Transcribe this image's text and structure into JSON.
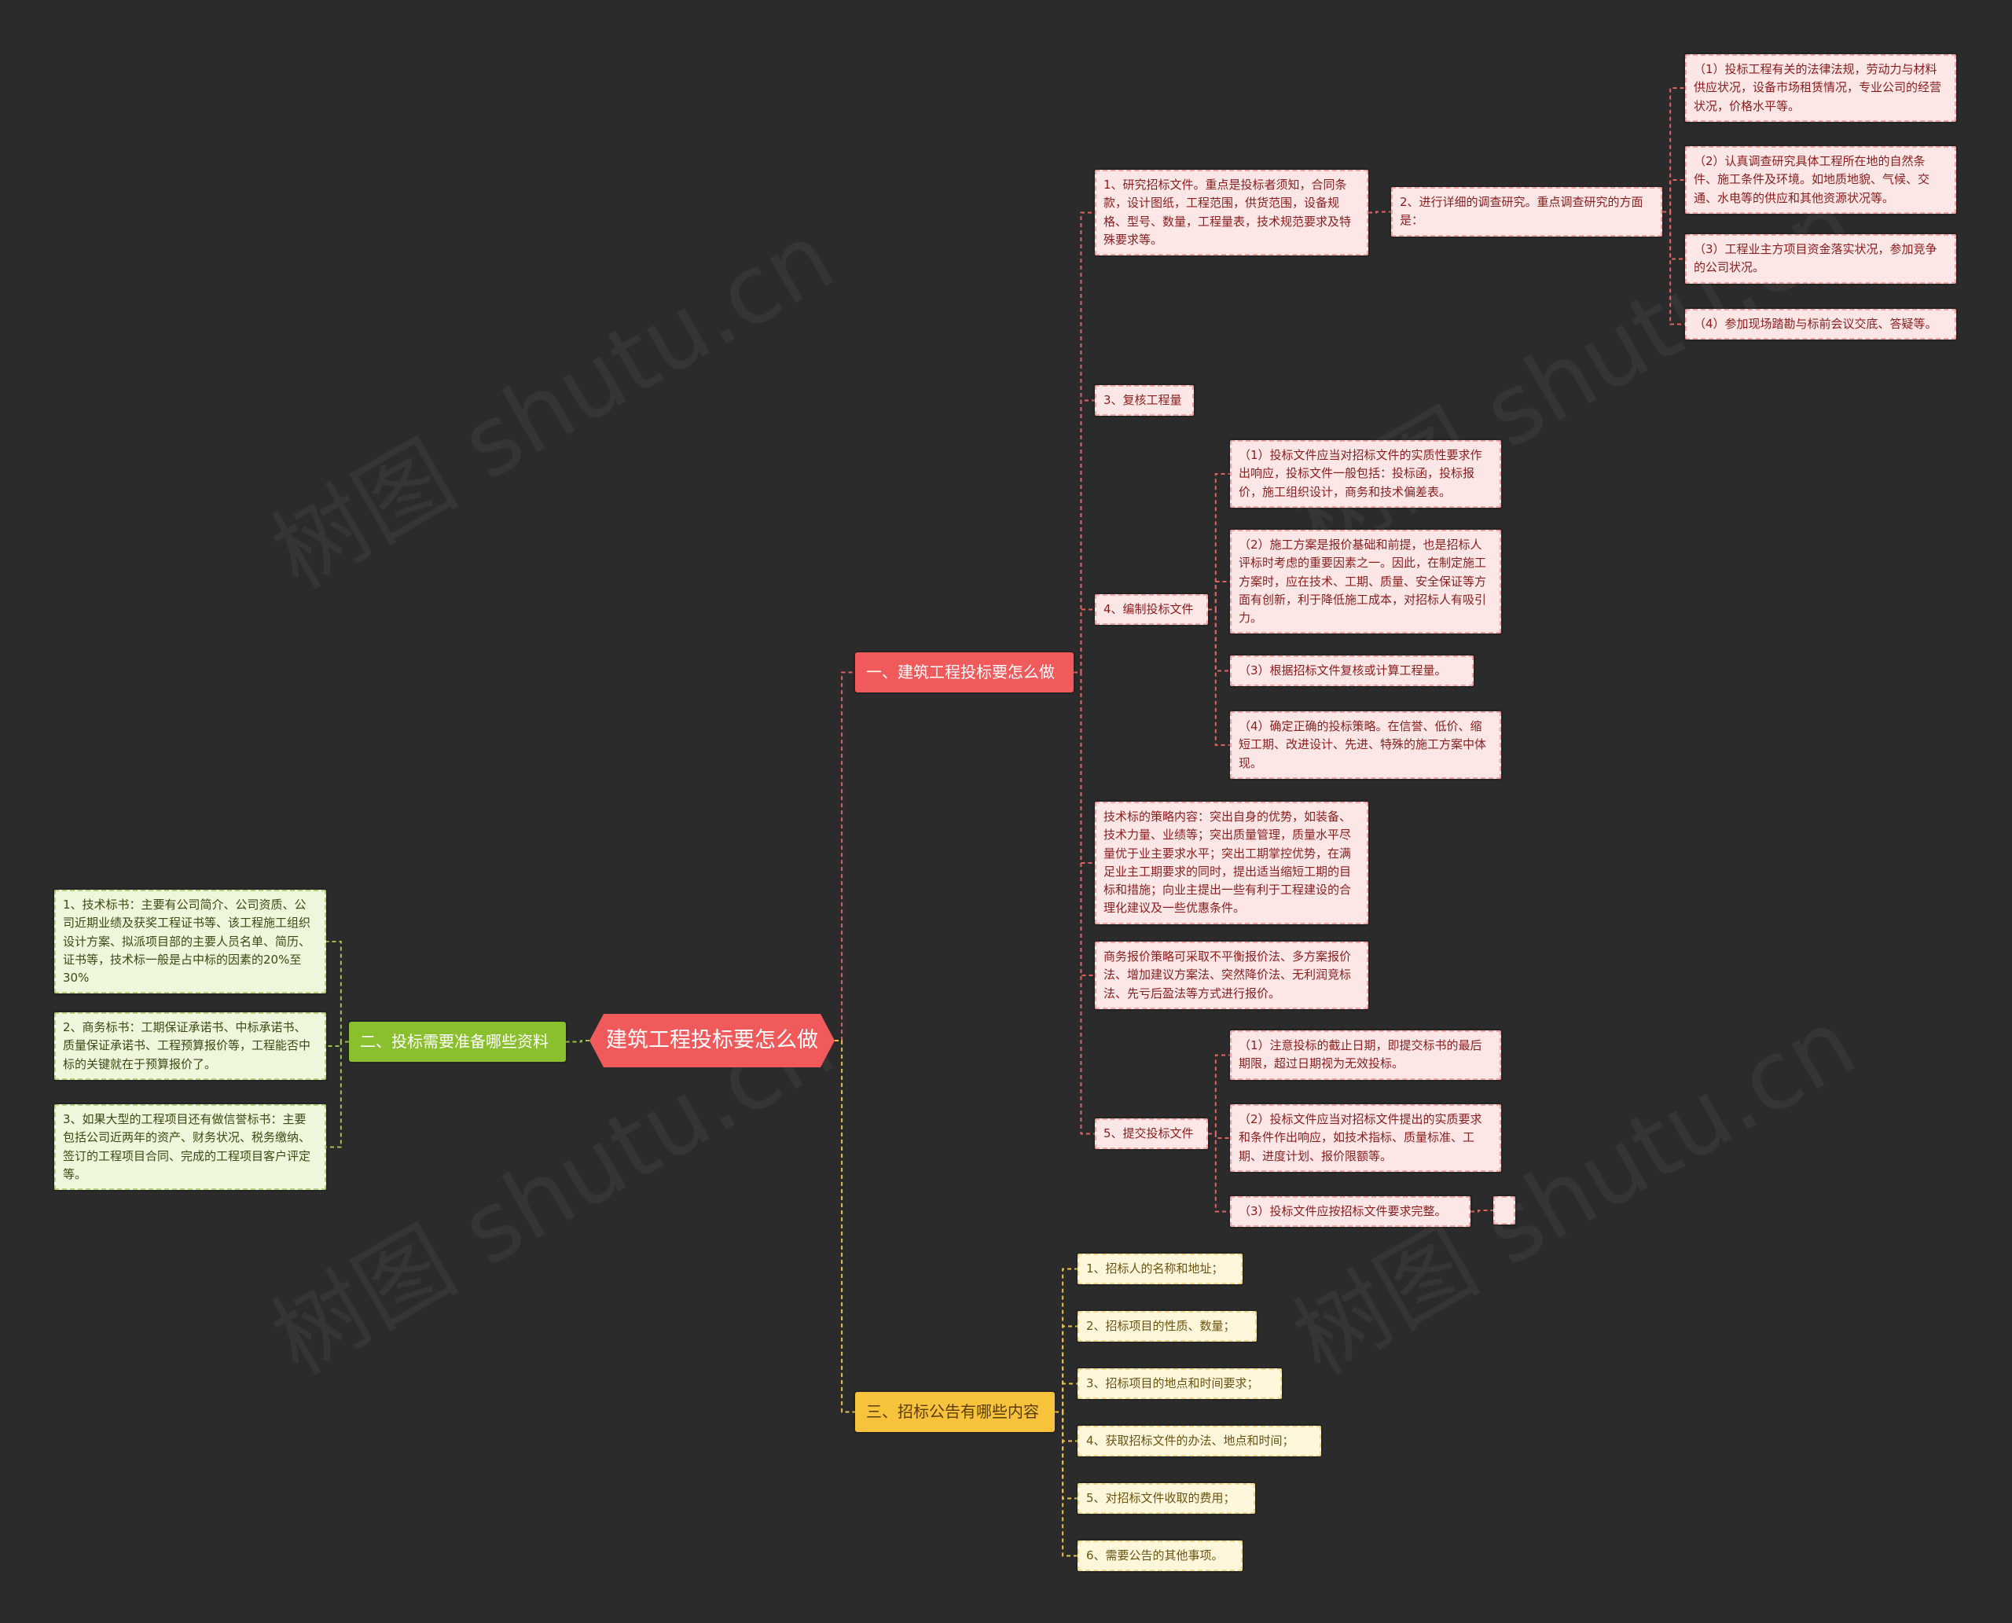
{
  "root": "建筑工程投标要怎么做",
  "branches": {
    "b1": "一、建筑工程投标要怎么做",
    "b2": "二、投标需要准备哪些资料",
    "b3": "三、招标公告有哪些内容"
  },
  "b1_items": {
    "research": "1、研究招标文件。重点是投标者须知，合同条款，设计图纸，工程范围，供货范围，设备规格、型号、数量，工程量表，技术规范要求及特殊要求等。",
    "survey": "2、进行详细的调查研究。重点调查研究的方面是：",
    "survey_items": [
      "（1）投标工程有关的法律法规，劳动力与材料供应状况，设备市场租赁情况，专业公司的经营状况，价格水平等。",
      "（2）认真调查研究具体工程所在地的自然条件、施工条件及环境。如地质地貌、气候、交通、水电等的供应和其他资源状况等。",
      "（3）工程业主方项目资金落实状况，参加竞争的公司状况。",
      "（4）参加现场踏勘与标前会议交底、答疑等。"
    ],
    "review": "3、复核工程量",
    "compile": "4、编制投标文件",
    "compile_items": [
      "（1）投标文件应当对招标文件的实质性要求作出响应，投标文件一般包括：投标函，投标报价，施工组织设计，商务和技术偏差表。",
      "（2）施工方案是报价基础和前提，也是招标人评标时考虑的重要因素之一。因此，在制定施工方案时，应在技术、工期、质量、安全保证等方面有创新，利于降低施工成本，对招标人有吸引力。",
      "（3）根据招标文件复核或计算工程量。",
      "（4）确定正确的投标策略。在信誉、低价、缩短工期、改进设计、先进、特殊的施工方案中体现。"
    ],
    "tech_strategy": "技术标的策略内容：突出自身的优势，如装备、技术力量、业绩等；突出质量管理，质量水平尽量优于业主要求水平；突出工期掌控优势，在满足业主工期要求的同时，提出适当缩短工期的目标和措施；向业主提出一些有利于工程建设的合理化建议及一些优惠条件。",
    "biz_strategy": "商务报价策略可采取不平衡报价法、多方案报价法、增加建议方案法、突然降价法、无利润竞标法、先亏后盈法等方式进行报价。",
    "submit": "5、提交投标文件",
    "submit_items": [
      "（1）注意投标的截止日期，即提交标书的最后期限，超过日期视为无效投标。",
      "（2）投标文件应当对招标文件提出的实质要求和条件作出响应，如技术指标、质量标准、工期、进度计划、报价限额等。",
      "（3）投标文件应按招标文件要求完整。"
    ],
    "submit_tail": ""
  },
  "b2_items": [
    "1、技术标书：主要有公司简介、公司资质、公司近期业绩及获奖工程证书等、该工程施工组织设计方案、拟派项目部的主要人员名单、简历、证书等，技术标一般是占中标的因素的20%至30%",
    "2、商务标书：工期保证承诺书、中标承诺书、质量保证承诺书、工程预算报价等，工程能否中标的关键就在于预算报价了。",
    "3、如果大型的工程项目还有做信誉标书：主要包括公司近两年的资产、财务状况、税务缴纳、签订的工程项目合同、完成的工程项目客户评定等。"
  ],
  "b3_items": [
    "1、招标人的名称和地址；",
    "2、招标项目的性质、数量；",
    "3、招标项目的地点和时间要求；",
    "4、获取招标文件的办法、地点和时间；",
    "5、对招标文件收取的费用；",
    "6、需要公告的其他事项。"
  ],
  "colors": {
    "background": "#2b2b2b",
    "red_branch": "#f05a5a",
    "green_branch": "#8ac02e",
    "yellow_branch": "#f8c33c",
    "red_link": "#e06262",
    "green_link": "#9cc24a",
    "yellow_link": "#e8c24a"
  }
}
